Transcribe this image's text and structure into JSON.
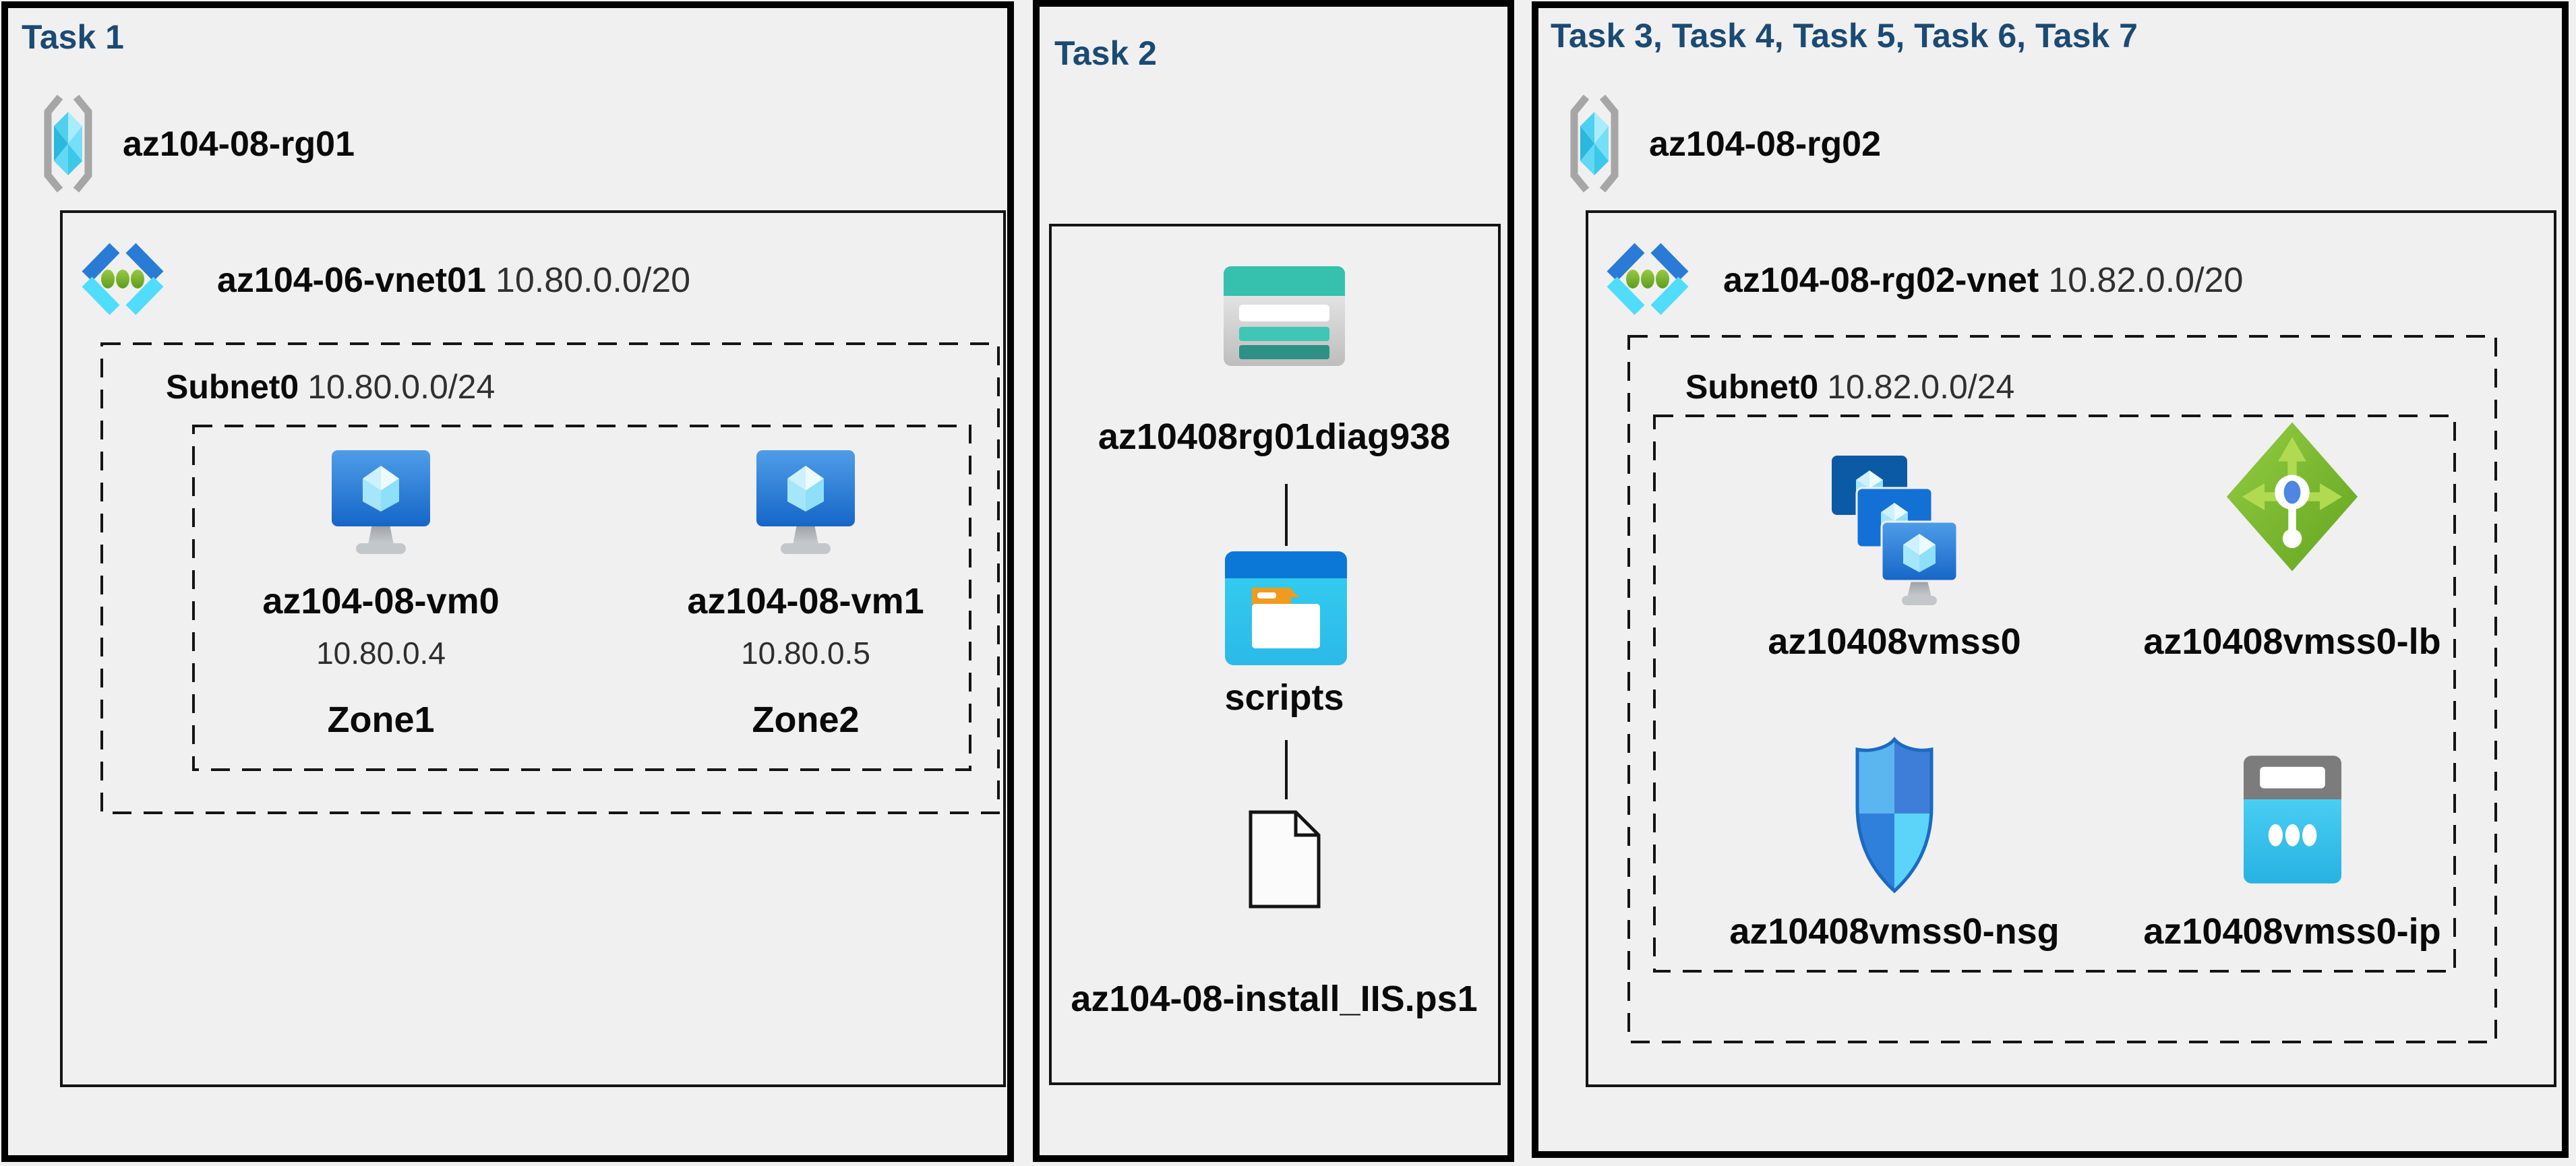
{
  "colors": {
    "background": "#f0f0f0",
    "task_header": "#1b4a73",
    "panel_border": "#000000",
    "vnet_chevron_top": "#2a7bd6",
    "vnet_chevron_bottom": "#50ddfb",
    "storage_teal": "#35c1ae",
    "folder_blue": "#0b78d8",
    "lb_green": "#76b637",
    "nsg_blue": "#3e7ed8",
    "ip_cyan": "#34c4ee"
  },
  "task1": {
    "title": "Task 1",
    "rg_name": "az104-08-rg01",
    "vnet_name": "az104-06-vnet01",
    "vnet_cidr": "10.80.0.0/20",
    "subnet_name": "Subnet0",
    "subnet_cidr": "10.80.0.0/24",
    "vms": [
      {
        "name": "az104-08-vm0",
        "ip": "10.80.0.4",
        "zone": "Zone1",
        "icon": "virtual-machine-icon"
      },
      {
        "name": "az104-08-vm1",
        "ip": "10.80.0.5",
        "zone": "Zone2",
        "icon": "virtual-machine-icon"
      }
    ]
  },
  "task2": {
    "title": "Task 2",
    "storage_account": "az10408rg01diag938",
    "container": "scripts",
    "script_file": "az104-08-install_IIS.ps1"
  },
  "task3": {
    "title": "Task 3, Task 4, Task 5, Task 6, Task 7",
    "rg_name": "az104-08-rg02",
    "vnet_name": "az104-08-rg02-vnet",
    "vnet_cidr": "10.82.0.0/20",
    "subnet_name": "Subnet0",
    "subnet_cidr": "10.82.0.0/24",
    "resources": [
      {
        "name": "az10408vmss0",
        "icon": "vmss-icon"
      },
      {
        "name": "az10408vmss0-lb",
        "icon": "load-balancer-icon"
      },
      {
        "name": "az10408vmss0-nsg",
        "icon": "network-security-group-icon"
      },
      {
        "name": "az10408vmss0-ip",
        "icon": "public-ip-icon"
      }
    ]
  }
}
